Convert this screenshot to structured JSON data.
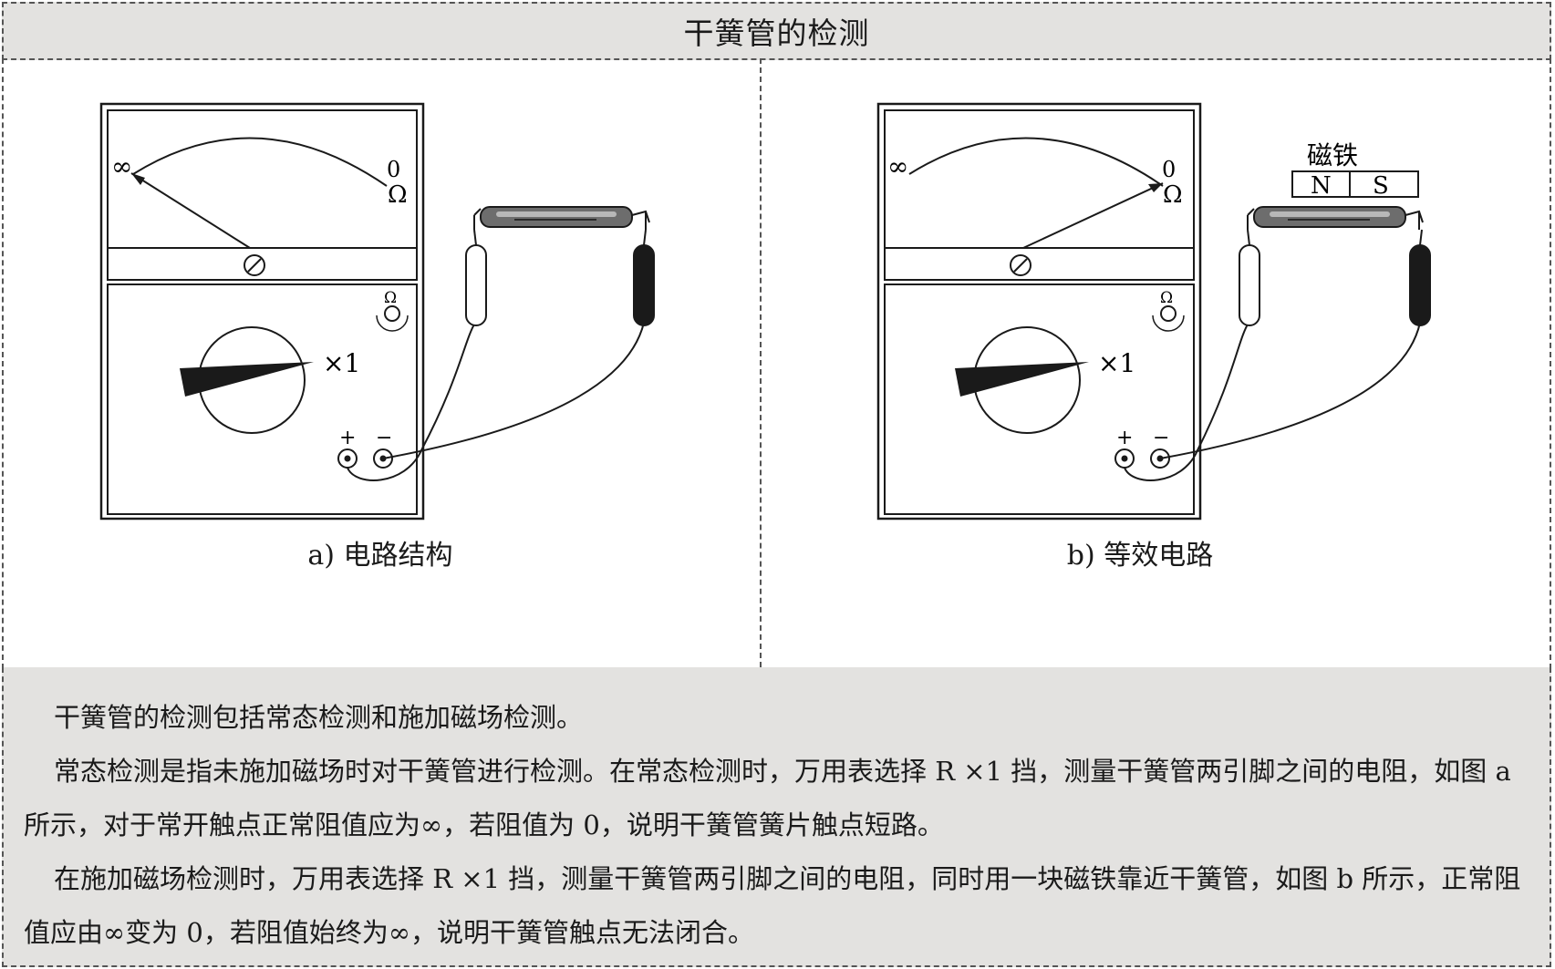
{
  "header": {
    "title": "干簧管的检测"
  },
  "figures": [
    {
      "caption": "a) 电路结构",
      "scale_inf": "∞",
      "scale_zero": "0",
      "scale_unit": "Ω",
      "zero_adjust_symbol": "Ω",
      "range": "×1",
      "plus": "+",
      "minus": "−",
      "needle": "infinity"
    },
    {
      "caption": "b) 等效电路",
      "scale_inf": "∞",
      "scale_zero": "0",
      "scale_unit": "Ω",
      "zero_adjust_symbol": "Ω",
      "range": "×1",
      "plus": "+",
      "minus": "−",
      "needle": "zero",
      "magnet_label": "磁铁",
      "magnet_n": "N",
      "magnet_s": "S"
    }
  ],
  "description": {
    "paragraphs": [
      "干簧管的检测包括常态检测和施加磁场检测。",
      "常态检测是指未施加磁场时对干簧管进行检测。在常态检测时，万用表选择 R ×1 挡，测量干簧管两引脚之间的电阻，如图 a 所示，对于常开触点正常阻值应为∞，若阻值为 0，说明干簧管簧片触点短路。",
      "在施加磁场检测时，万用表选择 R ×1 挡，测量干簧管两引脚之间的电阻，同时用一块磁铁靠近干簧管，如图 b 所示，正常阻值应由∞变为 0，若阻值始终为∞，说明干簧管触点无法闭合。"
    ]
  }
}
